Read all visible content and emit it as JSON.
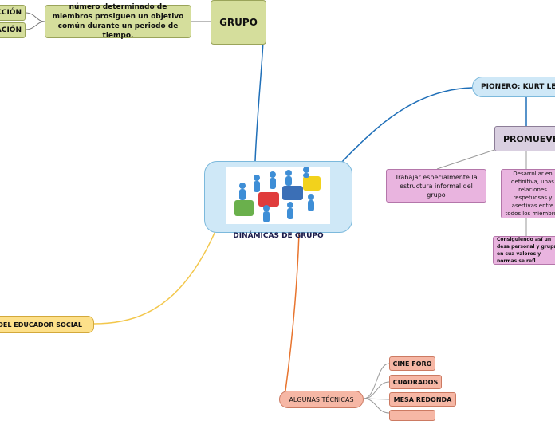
{
  "root": {
    "title": "DINÁMICAS DE GRUPO",
    "image_icon": "teamwork-puzzle-icon"
  },
  "grupo": {
    "title": "GRUPO",
    "definition": "número determinado de miembros prosiguen un objetivo común durante un periodo de tiempo.",
    "left_items": [
      "ACCIÓN",
      "ACIÓN"
    ]
  },
  "pionero": {
    "title": "PIONERO: KURT LEW",
    "promueve": "PROMUEVE",
    "branch_left": "Trabajar especialmente la estructura informal del grupo",
    "branch_right": "Desarrollar en definitiva, unas relaciones respetuosas y asertivas entre todos los miembros",
    "sub": "Consiguiendo así un desa personal y grupal en cua valores y normas se refl"
  },
  "educador": {
    "title": "DEL EDUCADOR SOCIAL"
  },
  "tecnicas": {
    "title": "ALGUNAS TÉCNICAS",
    "items": [
      "CINE FORO",
      "CUADRADOS",
      "MESA REDONDA"
    ]
  },
  "colors": {
    "green": "#d5de9c",
    "blue": "#cfe8f7",
    "purple": "#d9cfe0",
    "pink": "#e9b4df",
    "yellow": "#fde08a",
    "salmon": "#f6b7a5",
    "line_blue": "#1f6fb8",
    "line_orange": "#e8752f",
    "line_yellow": "#f3c74b"
  }
}
